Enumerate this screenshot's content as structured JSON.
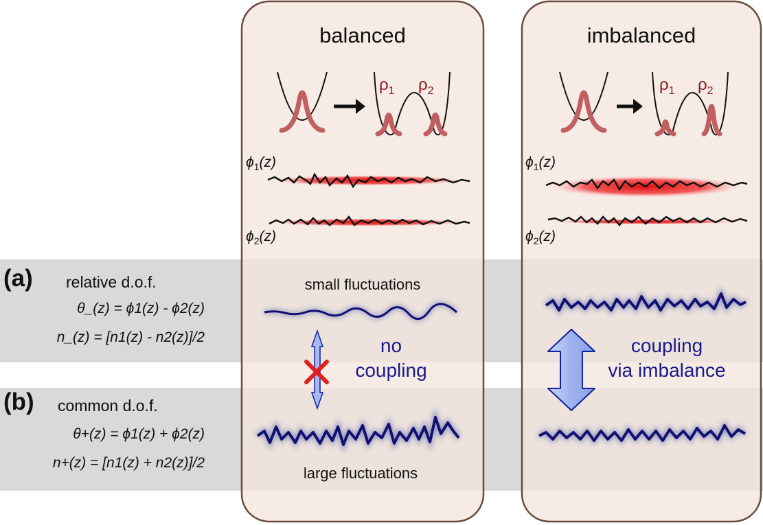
{
  "panels": {
    "balanced": {
      "title": "balanced",
      "rho1": "ρ",
      "rho1_sub": "1",
      "rho2": "ρ",
      "rho2_sub": "2",
      "small_fluct": "small fluctuations",
      "large_fluct": "large fluctuations",
      "coupling_line1": "no",
      "coupling_line2": "coupling"
    },
    "imbalanced": {
      "title": "imbalanced",
      "rho1": "ρ",
      "rho1_sub": "1",
      "rho2": "ρ",
      "rho2_sub": "2",
      "coupling_line1": "coupling",
      "coupling_line2": "via imbalance"
    }
  },
  "phi_labels": {
    "phi1_main": "ϕ",
    "phi1_sub": "1",
    "phi1_arg": "(z)",
    "phi2_main": "ϕ",
    "phi2_sub": "2",
    "phi2_arg": "(z)"
  },
  "row_a": {
    "tag": "(a)",
    "title": "relative d.o.f.",
    "formula1": "θ_(z) = ϕ1(z) - ϕ2(z)",
    "formula2": "n_(z) = [n1(z) - n2(z)]/2"
  },
  "row_b": {
    "tag": "(b)",
    "title": "common d.o.f.",
    "formula1": "θ+(z) = ϕ1(z) + ϕ2(z)",
    "formula2": "n+(z) = [n1(z) + n2(z)]/2"
  },
  "colors": {
    "panel_fill": "#f6ece6",
    "panel_border": "#6b4a3a",
    "band": "#d9d9d9",
    "wave_blue": "#101070",
    "arrow_fill": "#a8b8f0",
    "rho_red": "#c06060",
    "cross_red": "#e02020"
  }
}
